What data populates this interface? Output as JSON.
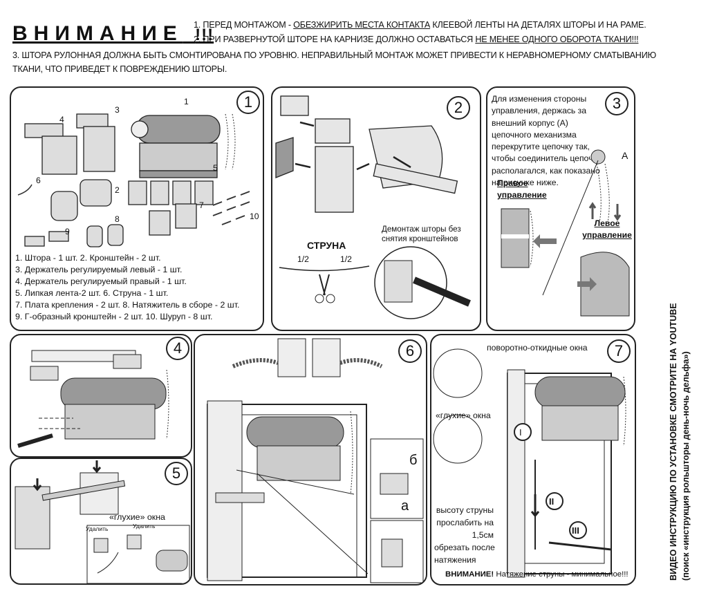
{
  "header": {
    "attention": "ВНИМАНИЕ",
    "exclaim": "!!!",
    "line1_a": "1. ПЕРЕД МОНТАЖОМ - ",
    "line1_u": "ОБЕЗЖИРИТЬ МЕСТА КОНТАКТА",
    "line1_b": " КЛЕЕВОЙ ЛЕНТЫ НА ДЕТАЛЯХ ШТОРЫ И НА РАМЕ.",
    "line2_a": "2. ПРИ РАЗВЕРНУТОЙ ШТОРЕ НА КАРНИЗЕ ДОЛЖНО ОСТАВАТЬСЯ ",
    "line2_u": "НЕ МЕНЕЕ ОДНОГО ОБОРОТА ТКАНИ!!!",
    "line3": "3. ШТОРА РУЛОННАЯ ДОЛЖНА БЫТЬ СМОНТИРОВАНА ПО УРОВНЮ. НЕПРАВИЛЬНЫЙ МОНТАЖ МОЖЕТ ПРИВЕСТИ К НЕРАВНОМЕРНОМУ СМАТЫВАНИЮ ТКАНИ, ЧТО ПРИВЕДЕТ К ПОВРЕЖДЕНИЮ ШТОРЫ."
  },
  "panel1": {
    "number": "1",
    "labels": [
      "1",
      "2",
      "3",
      "4",
      "5",
      "6",
      "7",
      "8",
      "9",
      "10"
    ],
    "parts": [
      "1. Штора - 1 шт. 2. Кронштейн - 2 шт.",
      "3. Держатель регулируемый левый - 1 шт.",
      "4. Держатель регулируемый правый - 1 шт.",
      "5. Липкая лента-2 шт. 6. Струна - 1 шт.",
      "7. Плата крепления - 2 шт.  8. Натяжитель в сборе - 2 шт.",
      "9. Г-образный кронштейн - 2 шт. 10. Шуруп - 8 шт."
    ]
  },
  "panel2": {
    "number": "2",
    "demount": "Демонтаж шторы без снятия кронштейнов",
    "string_label": "СТРУНА",
    "half_left": "1/2",
    "half_right": "1/2"
  },
  "panel3": {
    "number": "3",
    "instruction": "Для изменения стороны управления, держась за внешний корпус (А) цепочного механизма перекрутите цепочку так, чтобы соединитель цепочки располагался, как показано на рисунке ниже.",
    "letter_a": "А",
    "right_control": "Правое управление",
    "left_control": "Левое управление"
  },
  "panel4": {
    "number": "4"
  },
  "panel5": {
    "number": "5",
    "blind_windows": "«глухие» окна",
    "remove1": "Удалить",
    "remove2": "Удалить"
  },
  "panel6": {
    "number": "6",
    "letter_b": "б",
    "letter_a": "а"
  },
  "panel7": {
    "number": "7",
    "tilt_turn": "поворотно-откидные окна",
    "blind_windows": "«глухие» окна",
    "loosen": "высоту струны прослабить на 1,5см",
    "cut": "обрезать после натяжения",
    "warning_bold": "ВНИМАНИЕ!",
    "warning_text": " Натяжение струны - минимальное!!!",
    "steps": [
      "I",
      "II",
      "III"
    ]
  },
  "side": {
    "line1": "ВИДЕО ИНСТРУКЦИЮ ПО УСТАНОВКЕ СМОТРИТЕ НА YOUTUBE",
    "line2": "(поиск «инструкция рольшторы день-ночь дельфа»)"
  }
}
